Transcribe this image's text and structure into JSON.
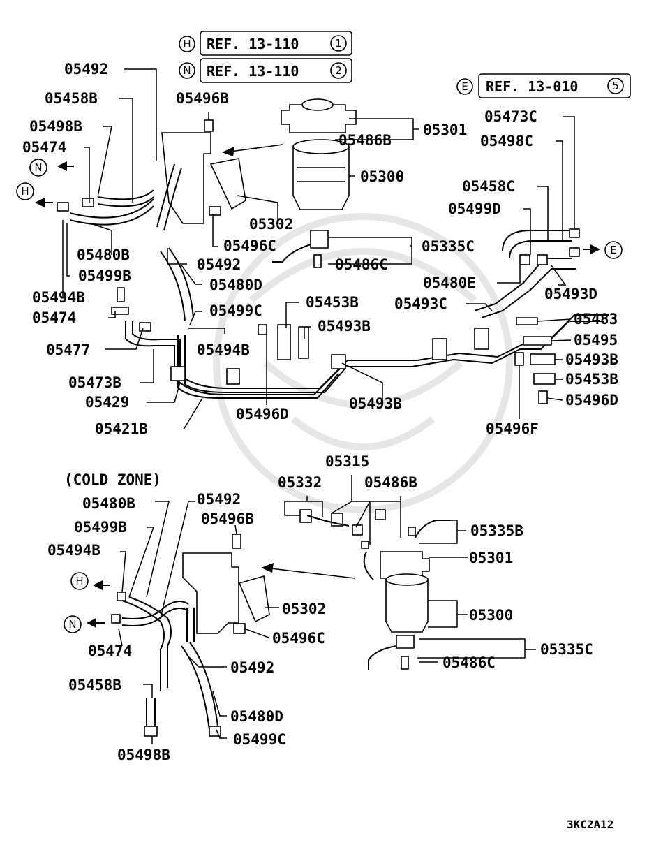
{
  "references": [
    {
      "letter": "H",
      "text": "REF. 13-110",
      "num": "1"
    },
    {
      "letter": "N",
      "text": "REF. 13-110",
      "num": "2"
    },
    {
      "letter": "E",
      "text": "REF. 13-010",
      "num": "5"
    }
  ],
  "arrows": {
    "n_top": "N",
    "h_top": "H",
    "e_right": "E",
    "h_bottom": "H",
    "n_bottom": "N"
  },
  "labels_top": {
    "l05492": "05492",
    "l05458B": "05458B",
    "l05498B": "05498B",
    "l05474": "05474",
    "l05496B": "05496B",
    "l05301": "05301",
    "l05486B": "05486B",
    "l05300": "05300",
    "l05302": "05302",
    "l05496C": "05496C",
    "l05335C": "05335C",
    "l05486C": "05486C",
    "l05480B": "05480B",
    "l05499B": "05499B",
    "l05492b": "05492",
    "l05480D": "05480D",
    "l05494B": "05494B",
    "l05474b": "05474",
    "l05499C": "05499C",
    "l05453B": "05453B",
    "l05493B": "05493B",
    "l05477": "05477",
    "l05494Bb": "05494B",
    "l05473B": "05473B",
    "l05429": "05429",
    "l05496D": "05496D",
    "l05493Bb": "05493B",
    "l05421B": "05421B",
    "l05473C": "05473C",
    "l05498C": "05498C",
    "l05458C": "05458C",
    "l05499D": "05499D",
    "l05480E": "05480E",
    "l05493D": "05493D",
    "l05493C": "05493C",
    "l05483": "05483",
    "l05495": "05495",
    "l05493Bc": "05493B",
    "l05453Bb": "05453B",
    "l05496Db": "05496D",
    "l05496F": "05496F"
  },
  "labels_bottom": {
    "cold_zone": "(COLD ZONE)",
    "l05315": "05315",
    "l05332": "05332",
    "l05486B": "05486B",
    "l05480B": "05480B",
    "l05492": "05492",
    "l05499B": "05499B",
    "l05496B": "05496B",
    "l05494B": "05494B",
    "l05335B": "05335B",
    "l05301": "05301",
    "l05302": "05302",
    "l05300": "05300",
    "l05496C": "05496C",
    "l05474": "05474",
    "l05335C": "05335C",
    "l05486C": "05486C",
    "l05492b": "05492",
    "l05458B": "05458B",
    "l05480D": "05480D",
    "l05499C": "05499C",
    "l05498B": "05498B"
  },
  "drawing_code": "3KC2A12",
  "colors": {
    "ink": "#000000",
    "watermark": "#e6e6e6",
    "background": "#ffffff"
  }
}
